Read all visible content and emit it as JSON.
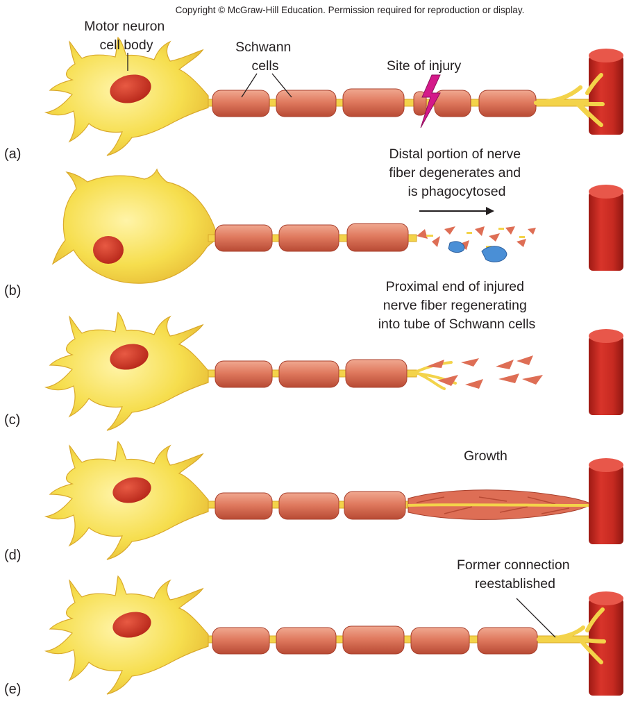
{
  "copyright": "Copyright © McGraw-Hill Education. Permission required for reproduction or display.",
  "labels": {
    "motor_neuron": [
      "Motor neuron",
      "cell body"
    ],
    "schwann": [
      "Schwann",
      "cells"
    ],
    "injury": "Site of injury",
    "degenerates": [
      "Distal portion of nerve",
      "fiber degenerates and",
      "is phagocytosed"
    ],
    "regenerating": [
      "Proximal end of injured",
      "nerve fiber regenerating",
      "into tube of Schwann cells"
    ],
    "growth": "Growth",
    "former": [
      "Former connection",
      "reestablished"
    ]
  },
  "panels": [
    {
      "id": "a",
      "label": "(a)"
    },
    {
      "id": "b",
      "label": "(b)"
    },
    {
      "id": "c",
      "label": "(c)"
    },
    {
      "id": "d",
      "label": "(d)"
    },
    {
      "id": "e",
      "label": "(e)"
    }
  ],
  "colors": {
    "neuron": "#f5dc4a",
    "neuron_edge": "#d9a92b",
    "nucleus": "#d2372b",
    "schwann": "#de6e55",
    "schwann_edge": "#a8402d",
    "muscle": "#c8261f",
    "macrophage": "#4a8fd6",
    "lightning": "#d4198a"
  }
}
